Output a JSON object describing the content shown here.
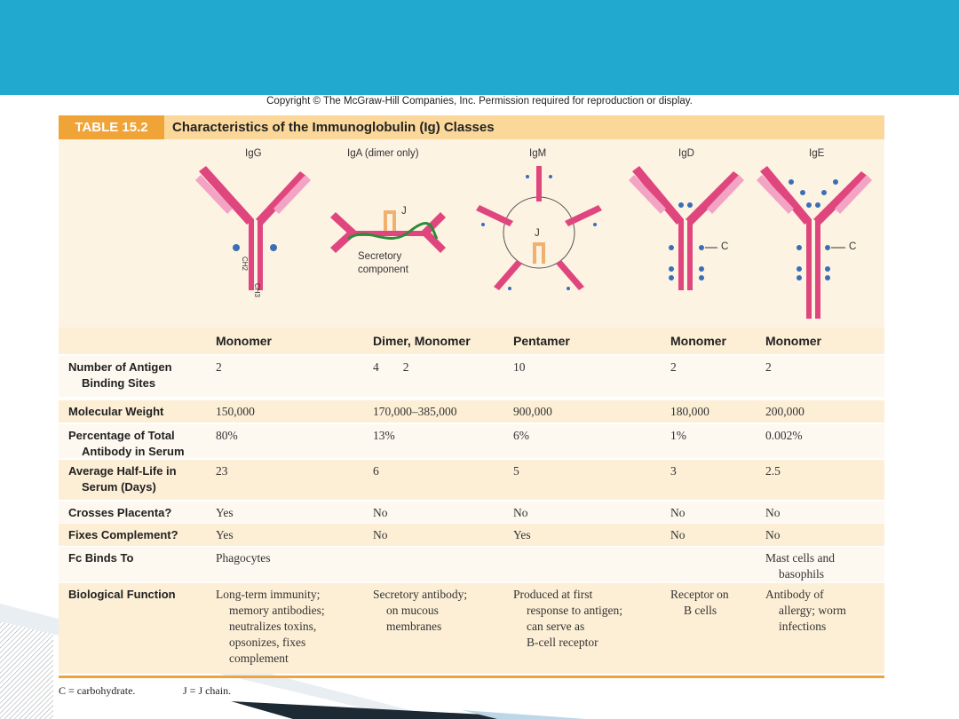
{
  "copyright": "Copyright © The McGraw-Hill Companies, Inc. Permission required for reproduction or display.",
  "table": {
    "number": "TABLE 15.2",
    "title": "Characteristics of the Immunoglobulin (Ig) Classes"
  },
  "figure": {
    "classes": [
      "IgG",
      "IgA (dimer only)",
      "IgM",
      "IgD",
      "IgE"
    ],
    "ch2": "CH2",
    "ch3": "CH3",
    "j_label": "J",
    "secretory_line1": "Secretory",
    "secretory_line2": "component",
    "c_label": "C",
    "colors": {
      "heavy_chain": "#e0467e",
      "light_chain": "#f3a3c3",
      "carbohydrate": "#3a6fb6",
      "secretory": "#2e8b3a",
      "j_chain": "#f0b070"
    }
  },
  "columns": [
    "Monomer",
    "Dimer, Monomer",
    "Pentamer",
    "Monomer",
    "Monomer"
  ],
  "rows": [
    {
      "label1": "Number of Antigen",
      "label2": "Binding Sites",
      "values": [
        "2",
        "4        2",
        "10",
        "2",
        "2"
      ]
    },
    {
      "label1": "Molecular Weight",
      "values": [
        "150,000",
        "170,000–385,000",
        "900,000",
        "180,000",
        "200,000"
      ]
    },
    {
      "label1": "Percentage of Total",
      "label2": "Antibody in Serum",
      "values": [
        "80%",
        "13%",
        "6%",
        "1%",
        "0.002%"
      ]
    },
    {
      "label1": "Average Half-Life in",
      "label2": "Serum (Days)",
      "values": [
        "23",
        "6",
        "5",
        "3",
        "2.5"
      ]
    },
    {
      "label1": "Crosses Placenta?",
      "values": [
        "Yes",
        "No",
        "No",
        "No",
        "No"
      ]
    },
    {
      "label1": "Fixes Complement?",
      "values": [
        "Yes",
        "No",
        "Yes",
        "No",
        "No"
      ]
    },
    {
      "label1": "Fc Binds To",
      "values": [
        "Phagocytes",
        "",
        "",
        "",
        "Mast cells and|basophils"
      ]
    },
    {
      "label1": "Biological Function",
      "values": [
        "Long-term immunity;|memory antibodies;|neutralizes toxins,|opsonizes, fixes|complement",
        "Secretory antibody;|on mucous|membranes",
        "Produced at first|response to antigen;|can serve as|B-cell receptor",
        "Receptor on|B cells",
        "Antibody of|allergy; worm|infections"
      ]
    }
  ],
  "footnotes": [
    "C = carbohydrate.",
    "J = J chain."
  ]
}
